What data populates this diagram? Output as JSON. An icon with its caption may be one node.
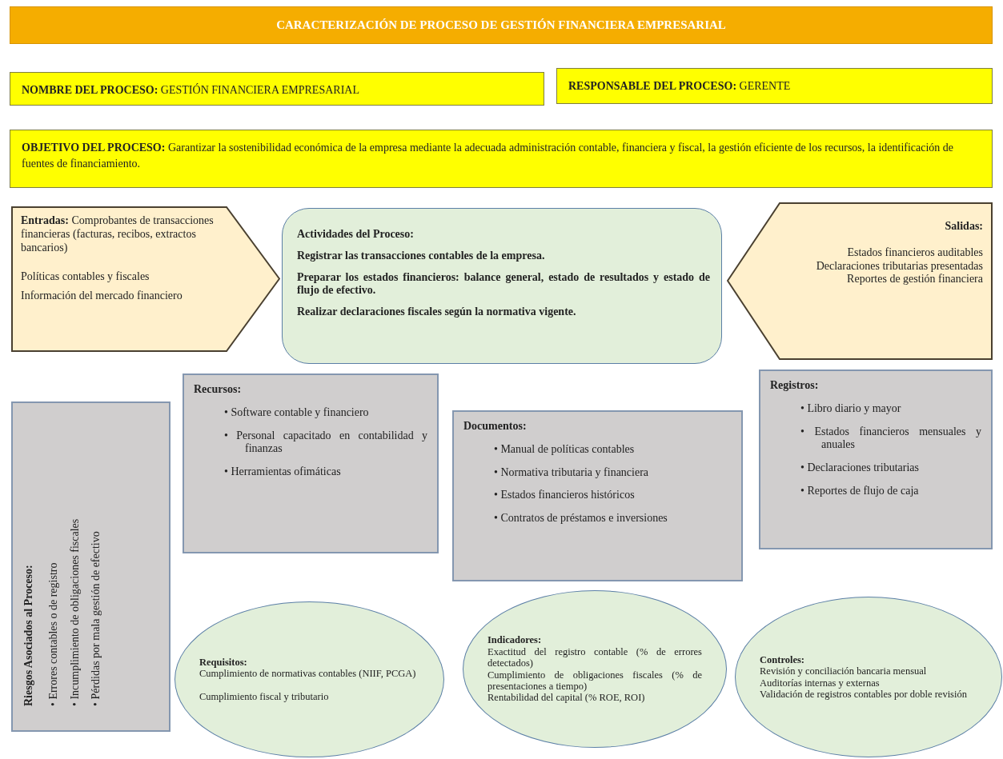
{
  "diagram": {
    "title": "CARACTERIZACIÓN DE PROCESO DE GESTIÓN FINANCIERA EMPRESARIAL",
    "nodes": [
      {
        "text": [
          "NOMBRE DEL PROCESO:",
          "GESTIÓN FINANCIERA EMPRESARIAL"
        ]
      },
      {
        "text": [
          "RESPONSABLE DEL PROCESO:",
          "GERENTE"
        ]
      },
      {
        "text": [
          "OBJETIVO DEL PROCESO:",
          "Garantizar la sostenibilidad económica de la empresa mediante la adecuada administración contable, financiera y fiscal, la gestión eficiente de los recursos, la identificación de fuentes de financiamiento."
        ]
      },
      {
        "text": [
          "Entradas:",
          "Comprobantes de transacciones financieras (facturas, recibos, extractos bancarios)",
          "Políticas contables y fiscales",
          "Información del mercado financiero"
        ]
      },
      {
        "text": [
          "Actividades del Proceso:",
          "Registrar las transacciones contables de la empresa.",
          "Preparar los estados financieros: balance general, estado de resultados y estado de flujo de efectivo.",
          "Realizar declaraciones fiscales según la normativa vigente."
        ]
      },
      {
        "text": [
          "Salidas:",
          "Estados financieros auditables",
          "Declaraciones tributarias presentadas",
          "Reportes de gestión financiera"
        ]
      },
      {
        "text": [
          "Riesgos Asociados al Proceso:",
          "• Errores contables o de registro",
          "• Incumplimiento de obligaciones fiscales",
          "• Pérdidas por mala gestión de efectivo"
        ]
      },
      {
        "text": [
          "Recursos:",
          "• Software contable y financiero",
          "• Personal capacitado en contabilidad y finanzas",
          "• Herramientas ofimáticas"
        ]
      },
      {
        "text": [
          "Documentos:",
          "• Manual de políticas contables",
          "• Normativa tributaria y financiera",
          "• Estados financieros históricos",
          "• Contratos de préstamos e inversiones"
        ]
      },
      {
        "text": [
          "Registros:",
          "• Libro diario y mayor",
          "• Estados financieros mensuales y anuales",
          "• Declaraciones tributarias",
          "• Reportes de flujo de caja"
        ]
      },
      {
        "text": [
          "Requisitos:",
          "Cumplimiento de normativas contables (NIIF, PCGA)",
          "Cumplimiento fiscal y tributario"
        ]
      },
      {
        "text": [
          "Indicadores:",
          "Exactitud del registro contable (% de errores detectados)",
          "Cumplimiento de obligaciones fiscales (% de presentaciones a tiempo)",
          "Rentabilidad del capital (% ROE, ROI)"
        ]
      },
      {
        "text": [
          "Controles:",
          "Revisión y conciliación bancaria mensual",
          "Auditorías internas y externas",
          "Validación de registros contables por doble revisión"
        ]
      }
    ]
  }
}
